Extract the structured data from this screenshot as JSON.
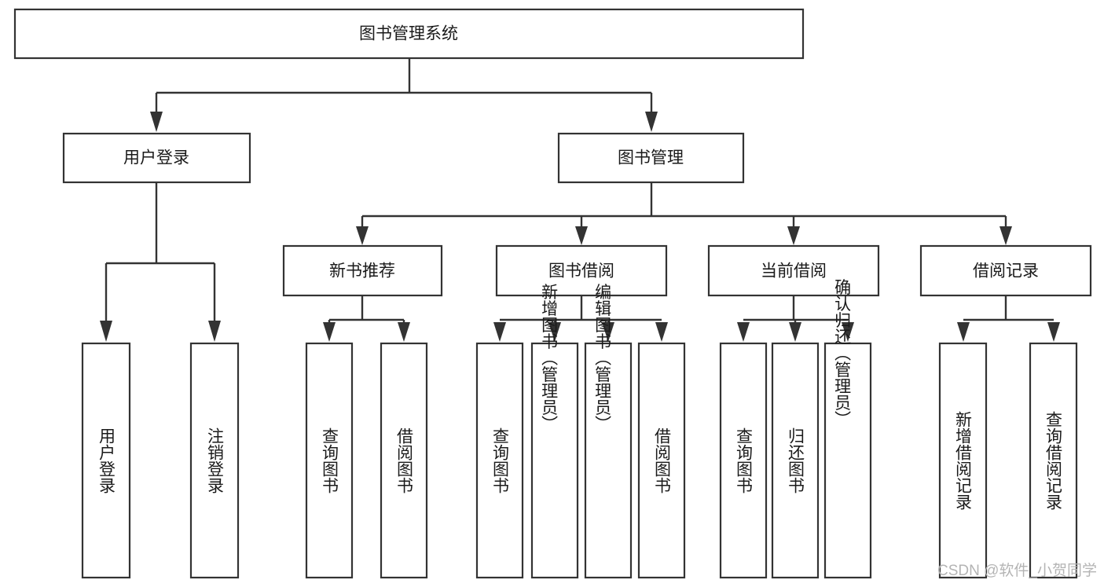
{
  "diagram": {
    "type": "tree-hierarchy",
    "title": "图书管理系统",
    "orientation": "top-down",
    "watermark": "CSDN @软件_小贺同学",
    "nodes": {
      "root": {
        "label": "图书管理系统",
        "level": 0
      },
      "user_login": {
        "label": "用户登录",
        "level": 1
      },
      "book_manage": {
        "label": "图书管理",
        "level": 1
      },
      "new_book_rec": {
        "label": "新书推荐",
        "level": 2
      },
      "book_borrow": {
        "label": "图书借阅",
        "level": 2
      },
      "current_borrow": {
        "label": "当前借阅",
        "level": 2
      },
      "borrow_record": {
        "label": "借阅记录",
        "level": 2
      },
      "leaf_user_login": {
        "label": "用户登录",
        "level": 2
      },
      "leaf_logout": {
        "label": "注销登录",
        "level": 2
      },
      "leaf_query_book_1": {
        "label": "查询图书",
        "level": 3
      },
      "leaf_borrow_book_1": {
        "label": "借阅图书",
        "level": 3
      },
      "leaf_query_book_2": {
        "label": "查询图书",
        "level": 3
      },
      "leaf_add_book": {
        "label": "新增图书（管理员）",
        "level": 3
      },
      "leaf_edit_book": {
        "label": "编辑图书（管理员）",
        "level": 3
      },
      "leaf_borrow_book_2": {
        "label": "借阅图书",
        "level": 3
      },
      "leaf_query_book_3": {
        "label": "查询图书",
        "level": 3
      },
      "leaf_return_book": {
        "label": "归还图书",
        "level": 3
      },
      "leaf_confirm_return": {
        "label": "确认归还（管理员）",
        "level": 3
      },
      "leaf_add_record": {
        "label": "新增借阅记录",
        "level": 3
      },
      "leaf_query_record": {
        "label": "查询借阅记录",
        "level": 3
      }
    },
    "edges": [
      {
        "from": "root",
        "to": "user_login"
      },
      {
        "from": "root",
        "to": "book_manage"
      },
      {
        "from": "user_login",
        "to": "leaf_user_login"
      },
      {
        "from": "user_login",
        "to": "leaf_logout"
      },
      {
        "from": "book_manage",
        "to": "new_book_rec"
      },
      {
        "from": "book_manage",
        "to": "book_borrow"
      },
      {
        "from": "book_manage",
        "to": "current_borrow"
      },
      {
        "from": "book_manage",
        "to": "borrow_record"
      },
      {
        "from": "new_book_rec",
        "to": "leaf_query_book_1"
      },
      {
        "from": "new_book_rec",
        "to": "leaf_borrow_book_1"
      },
      {
        "from": "book_borrow",
        "to": "leaf_query_book_2"
      },
      {
        "from": "book_borrow",
        "to": "leaf_add_book"
      },
      {
        "from": "book_borrow",
        "to": "leaf_edit_book"
      },
      {
        "from": "book_borrow",
        "to": "leaf_borrow_book_2"
      },
      {
        "from": "current_borrow",
        "to": "leaf_query_book_3"
      },
      {
        "from": "current_borrow",
        "to": "leaf_return_book"
      },
      {
        "from": "current_borrow",
        "to": "leaf_confirm_return"
      },
      {
        "from": "borrow_record",
        "to": "leaf_add_record"
      },
      {
        "from": "borrow_record",
        "to": "leaf_query_record"
      }
    ],
    "colors": {
      "box_fill": "#ffffff",
      "box_stroke": "#333333",
      "text": "#1a1a1a",
      "connector": "#333333",
      "background": "#ffffff",
      "watermark": "#b4b4b4"
    }
  }
}
